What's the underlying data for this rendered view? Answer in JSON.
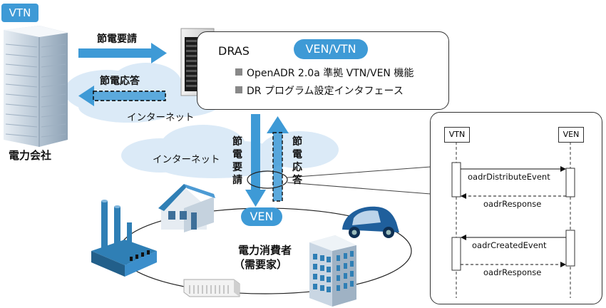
{
  "labels": {
    "vtn_badge": "VTN",
    "power_company": "電力会社",
    "dr_request_top": "節電要請",
    "dr_response_top": "節電応答",
    "internet_top": "インターネット",
    "dras_title": "DRAS",
    "ven_vtn_badge": "VEN/VTN",
    "dras_feature_1": "OpenADR 2.0a 準拠 VTN/VEN 機能",
    "dras_feature_2": "DR プログラム設定インタフェース",
    "internet_mid": "インターネット",
    "dr_request_vertical": "節電要請",
    "dr_response_vertical": "節電応答",
    "ven_badge": "VEN",
    "consumer_line1": "電力消費者",
    "consumer_line2": "（需要家）"
  },
  "sequence": {
    "lifeline_left": "VTN",
    "lifeline_right": "VEN",
    "messages": [
      {
        "label": "oadrDistributeEvent",
        "direction": "right",
        "style": "solid"
      },
      {
        "label": "oadrResponse",
        "direction": "left",
        "style": "dashed"
      },
      {
        "label": "oadrCreatedEvent",
        "direction": "left",
        "style": "solid"
      },
      {
        "label": "oadrResponse",
        "direction": "right",
        "style": "dashed"
      }
    ]
  },
  "colors": {
    "accent_blue": "#3e9ad6",
    "cloud": "#dbeaf7",
    "factory": "#2f7fb5",
    "car": "#1f5f9c",
    "building": "#c9d6e3"
  },
  "icons": [
    "office-building-icon",
    "server-rack-icon",
    "cloud-icon",
    "factory-icon",
    "house-icon",
    "electric-car-icon",
    "office-tower-icon",
    "air-conditioner-icon"
  ]
}
